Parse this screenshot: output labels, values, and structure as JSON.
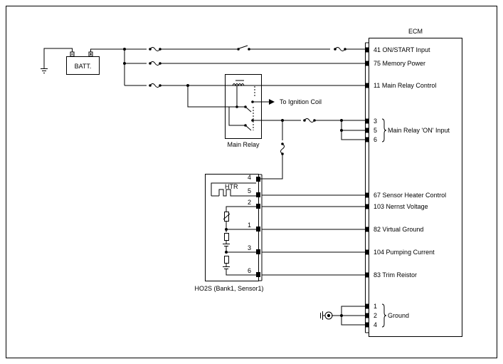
{
  "ecm": {
    "title": "ECM",
    "pins": [
      {
        "no": "41",
        "label": "ON/START Input"
      },
      {
        "no": "75",
        "label": "Memory Power"
      },
      {
        "no": "11",
        "label": "Main Relay Control"
      },
      {
        "no": "3",
        "label": ""
      },
      {
        "no": "5",
        "label": "Main Relay 'ON' Input"
      },
      {
        "no": "6",
        "label": ""
      },
      {
        "no": "67",
        "label": "Sensor Heater Control"
      },
      {
        "no": "103",
        "label": "Nernst Voltage"
      },
      {
        "no": "82",
        "label": "Virtual Ground"
      },
      {
        "no": "104",
        "label": "Pumping Current"
      },
      {
        "no": "83",
        "label": "Trim Reistor"
      },
      {
        "no": "1",
        "label": ""
      },
      {
        "no": "2",
        "label": "Ground"
      },
      {
        "no": "4",
        "label": ""
      }
    ]
  },
  "battery": {
    "label": "BATT."
  },
  "relay": {
    "label": "Main Relay",
    "to_ignition": "To Ignition Coil"
  },
  "sensor": {
    "label": "HO2S (Bank1, Sensor1)",
    "heater": "HTR",
    "pins": [
      "4",
      "5",
      "2",
      "1",
      "3",
      "6"
    ]
  },
  "icons": [
    "battery-icon",
    "fuse-icon",
    "switch-icon",
    "relay-coil-icon",
    "ground-icon",
    "arrow-right-icon"
  ]
}
